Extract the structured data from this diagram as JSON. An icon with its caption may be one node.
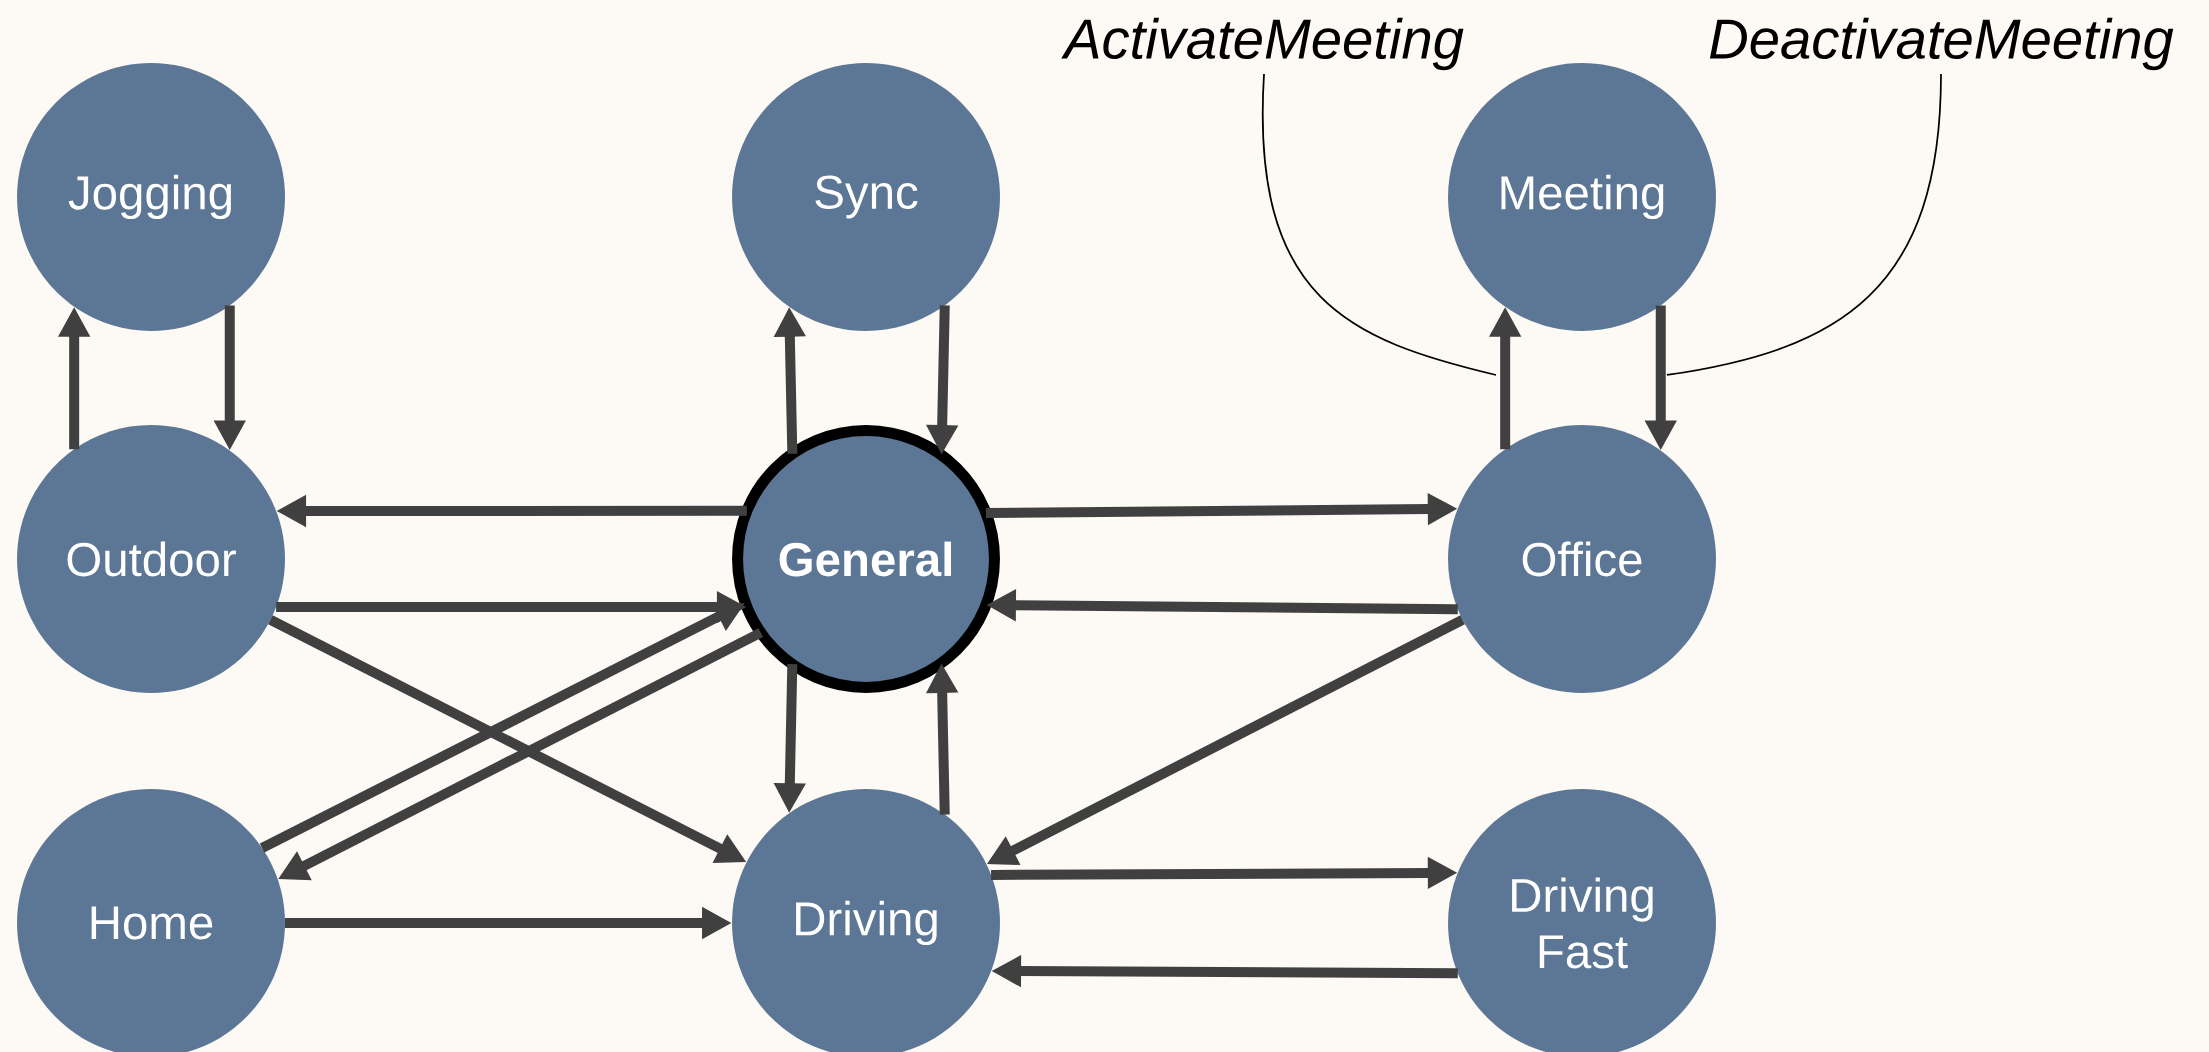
{
  "diagram": {
    "nodes": [
      {
        "text": [
          "Jogging"
        ]
      },
      {
        "text": [
          "Sync"
        ]
      },
      {
        "text": [
          "Meeting"
        ]
      },
      {
        "text": [
          "Outdoor"
        ]
      },
      {
        "text": [
          "General"
        ]
      },
      {
        "text": [
          "Office"
        ]
      },
      {
        "text": [
          "Home"
        ]
      },
      {
        "text": [
          "Driving"
        ]
      },
      {
        "text": [
          "Driving Fast"
        ]
      },
      {
        "text": [
          "ActivateMeeting"
        ]
      },
      {
        "text": [
          "DeactivateMeeting"
        ]
      }
    ],
    "edges": [
      {
        "from": 3,
        "to": 0,
        "arrow": "to"
      },
      {
        "from": 0,
        "to": 3,
        "arrow": "to"
      },
      {
        "from": 4,
        "to": 1,
        "arrow": "to"
      },
      {
        "from": 1,
        "to": 4,
        "arrow": "to"
      },
      {
        "from": 5,
        "to": 2,
        "arrow": "to"
      },
      {
        "from": 2,
        "to": 5,
        "arrow": "to"
      },
      {
        "from": 4,
        "to": 3,
        "arrow": "to"
      },
      {
        "from": 3,
        "to": 4,
        "arrow": "to"
      },
      {
        "from": 4,
        "to": 5,
        "arrow": "to"
      },
      {
        "from": 5,
        "to": 4,
        "arrow": "to"
      },
      {
        "from": 3,
        "to": 7,
        "arrow": "to"
      },
      {
        "from": 6,
        "to": 4,
        "arrow": "to"
      },
      {
        "from": 4,
        "to": 6,
        "arrow": "to"
      },
      {
        "from": 4,
        "to": 7,
        "arrow": "to"
      },
      {
        "from": 7,
        "to": 4,
        "arrow": "to"
      },
      {
        "from": 5,
        "to": 7,
        "arrow": "to"
      },
      {
        "from": 6,
        "to": 7,
        "arrow": "to"
      },
      {
        "from": 7,
        "to": 8,
        "arrow": "to"
      },
      {
        "from": 8,
        "to": 7,
        "arrow": "to"
      },
      {
        "from": 9,
        "to": null,
        "arrow": "none"
      },
      {
        "from": 10,
        "to": null,
        "arrow": "none"
      }
    ]
  }
}
